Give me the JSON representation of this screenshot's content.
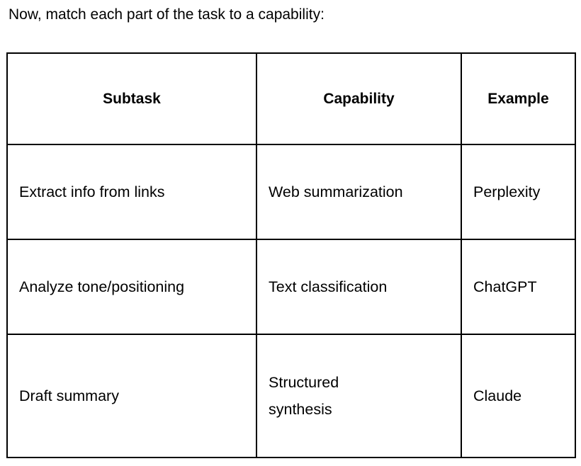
{
  "page": {
    "background_color": "#ffffff",
    "text_color": "#000000",
    "border_color": "#000000"
  },
  "intro": {
    "text": "Now, match each part of the task to a capability:"
  },
  "table": {
    "columns": [
      {
        "key": "subtask",
        "label": "Subtask"
      },
      {
        "key": "capability",
        "label": "Capability"
      },
      {
        "key": "example",
        "label": "Example"
      }
    ],
    "rows": [
      {
        "subtask": "Extract info from links",
        "capability": "Web summarization",
        "capability_line1": "Web summarization",
        "capability_line2": "",
        "example": "Perplexity"
      },
      {
        "subtask": "Analyze tone/positioning",
        "capability": "Text classification",
        "capability_line1": "Text classification",
        "capability_line2": "",
        "example": "ChatGPT"
      },
      {
        "subtask": "Draft summary",
        "capability": "Structured synthesis",
        "capability_line1": "Structured",
        "capability_line2": "synthesis",
        "example": "Claude"
      }
    ]
  }
}
